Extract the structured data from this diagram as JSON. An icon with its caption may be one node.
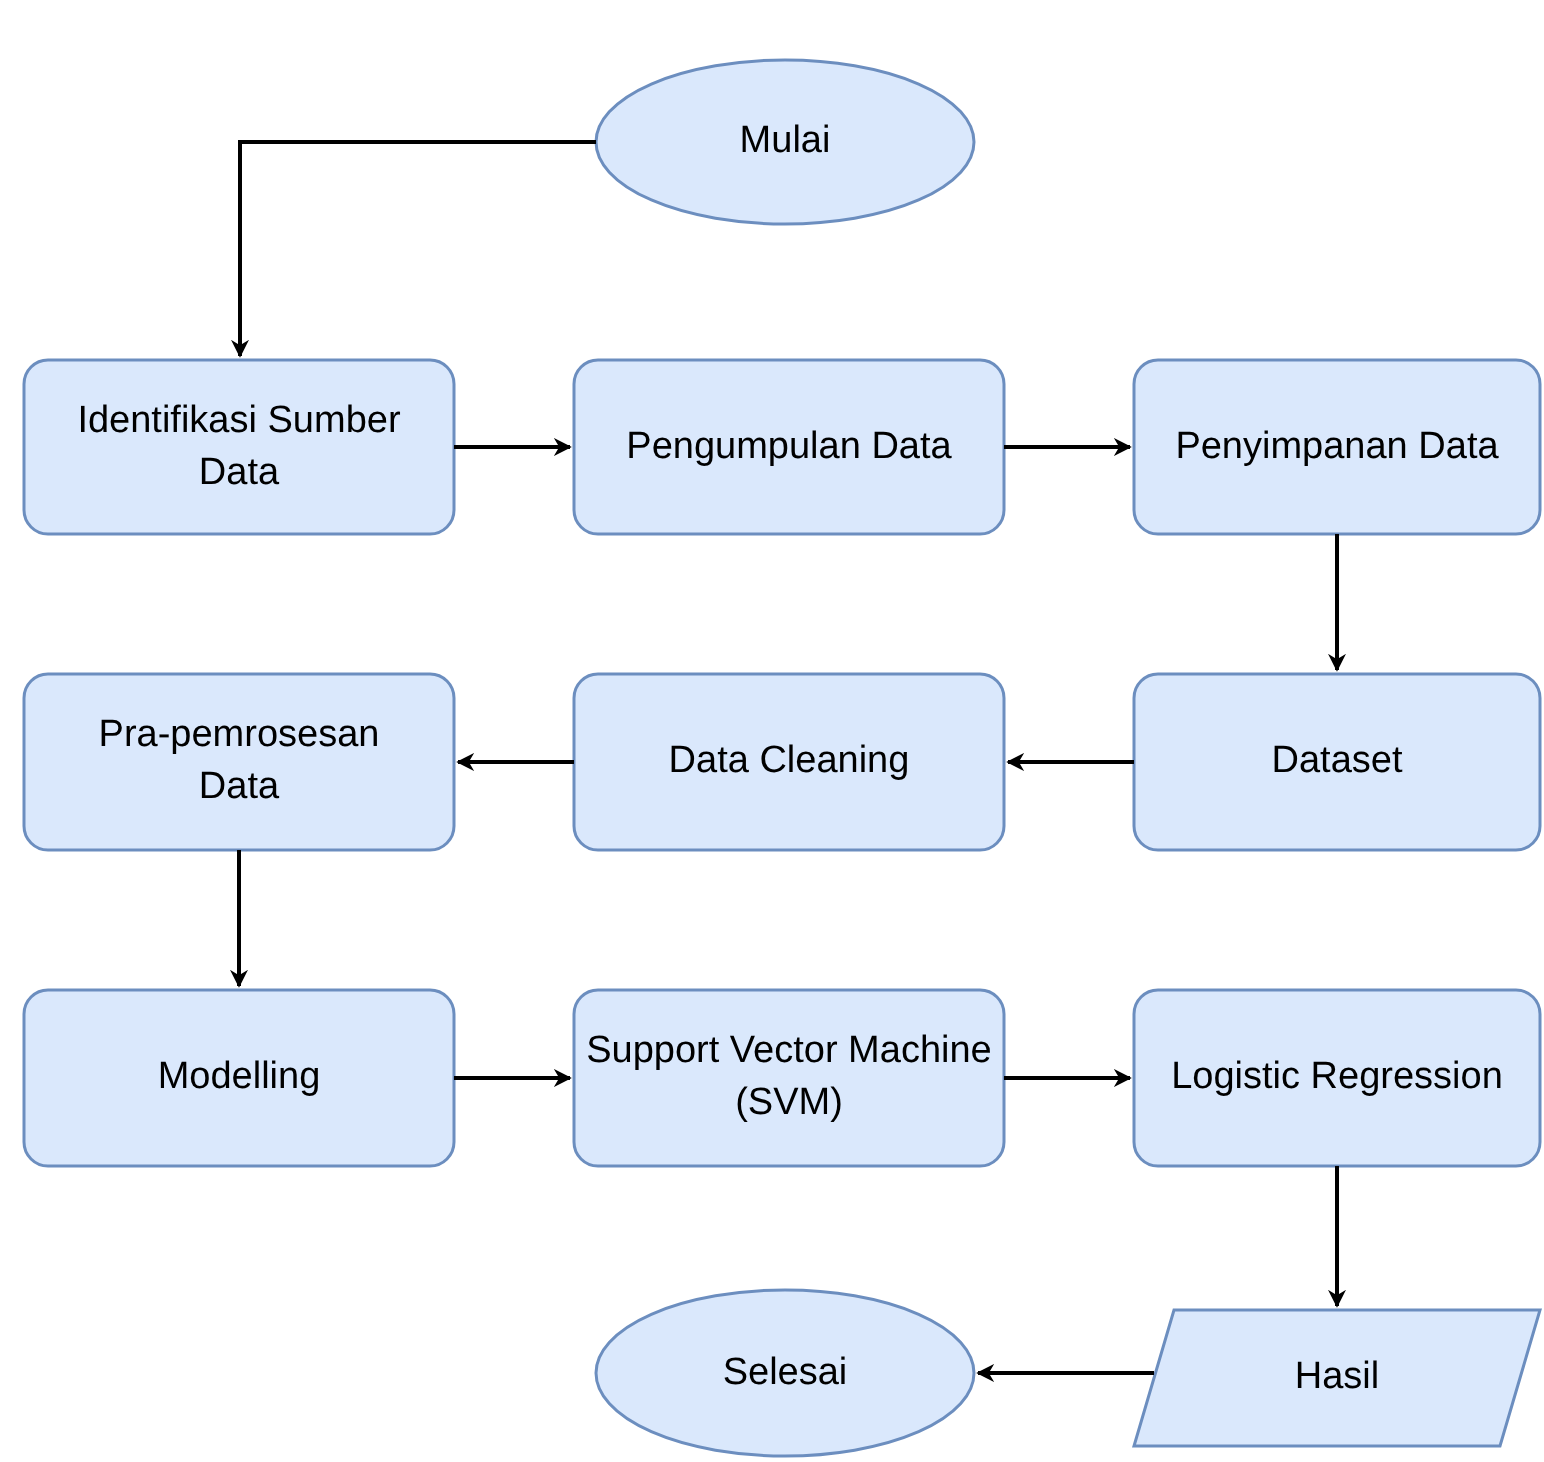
{
  "diagram": {
    "nodes": [
      {
        "text": [
          "Mulai"
        ]
      },
      {
        "text": [
          "Identifikasi Sumber Data"
        ]
      },
      {
        "text": [
          "Pengumpulan Data"
        ]
      },
      {
        "text": [
          "Penyimpanan Data"
        ]
      },
      {
        "text": [
          "Dataset"
        ]
      },
      {
        "text": [
          "Data Cleaning"
        ]
      },
      {
        "text": [
          "Pra-pemrosesan Data"
        ]
      },
      {
        "text": [
          "Modelling"
        ]
      },
      {
        "text": [
          "Support Vector Machine (SVM)"
        ]
      },
      {
        "text": [
          "Logistic Regression"
        ]
      },
      {
        "text": [
          "Hasil"
        ]
      },
      {
        "text": [
          "Selesai"
        ]
      }
    ],
    "edges": [
      {
        "from": 0,
        "to": 1,
        "arrow": "to"
      },
      {
        "from": 1,
        "to": 2,
        "arrow": "to"
      },
      {
        "from": 2,
        "to": 3,
        "arrow": "to"
      },
      {
        "from": 3,
        "to": 4,
        "arrow": "to"
      },
      {
        "from": 4,
        "to": 5,
        "arrow": "to"
      },
      {
        "from": 5,
        "to": 6,
        "arrow": "to"
      },
      {
        "from": 6,
        "to": 7,
        "arrow": "to"
      },
      {
        "from": 7,
        "to": 8,
        "arrow": "to"
      },
      {
        "from": 8,
        "to": 9,
        "arrow": "to"
      },
      {
        "from": 9,
        "to": 10,
        "arrow": "to"
      },
      {
        "from": 10,
        "to": 11,
        "arrow": "to"
      }
    ]
  }
}
